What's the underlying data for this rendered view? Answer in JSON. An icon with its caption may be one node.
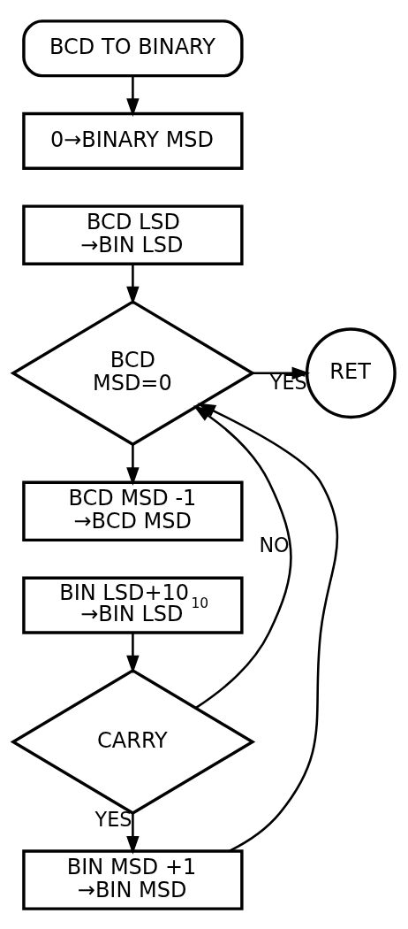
{
  "diagram": {
    "nodes": [
      {
        "text": [
          "BCD TO BINARY"
        ]
      },
      {
        "text": [
          "0→BINARY MSD"
        ]
      },
      {
        "text": [
          "BCD LSD →BIN LSD"
        ]
      },
      {
        "text": [
          "BCD MSD=0"
        ]
      },
      {
        "text": [
          "RET"
        ]
      },
      {
        "text": [
          "BCD MSD -1 →BCD MSD"
        ]
      },
      {
        "text": [
          "BIN LSD+10$_{10}$ →BIN LSD"
        ]
      },
      {
        "text": [
          "CARRY"
        ]
      },
      {
        "text": [
          "BIN MSD +1 →BIN MSD"
        ]
      }
    ],
    "edges": [
      {
        "from": 0,
        "to": 1,
        "arrow": "to"
      },
      {
        "from": 2,
        "to": 3,
        "arrow": "to"
      },
      {
        "from": 3,
        "to": 4,
        "label": "YES",
        "arrow": "to"
      },
      {
        "from": 3,
        "to": 5,
        "arrow": "to"
      },
      {
        "from": 6,
        "to": 7,
        "arrow": "to"
      },
      {
        "from": 7,
        "to": 3,
        "label": "NO",
        "arrow": "to"
      },
      {
        "from": 7,
        "to": 8,
        "label": "YES",
        "arrow": "to"
      },
      {
        "from": 8,
        "to": 3,
        "arrow": "to"
      }
    ]
  }
}
